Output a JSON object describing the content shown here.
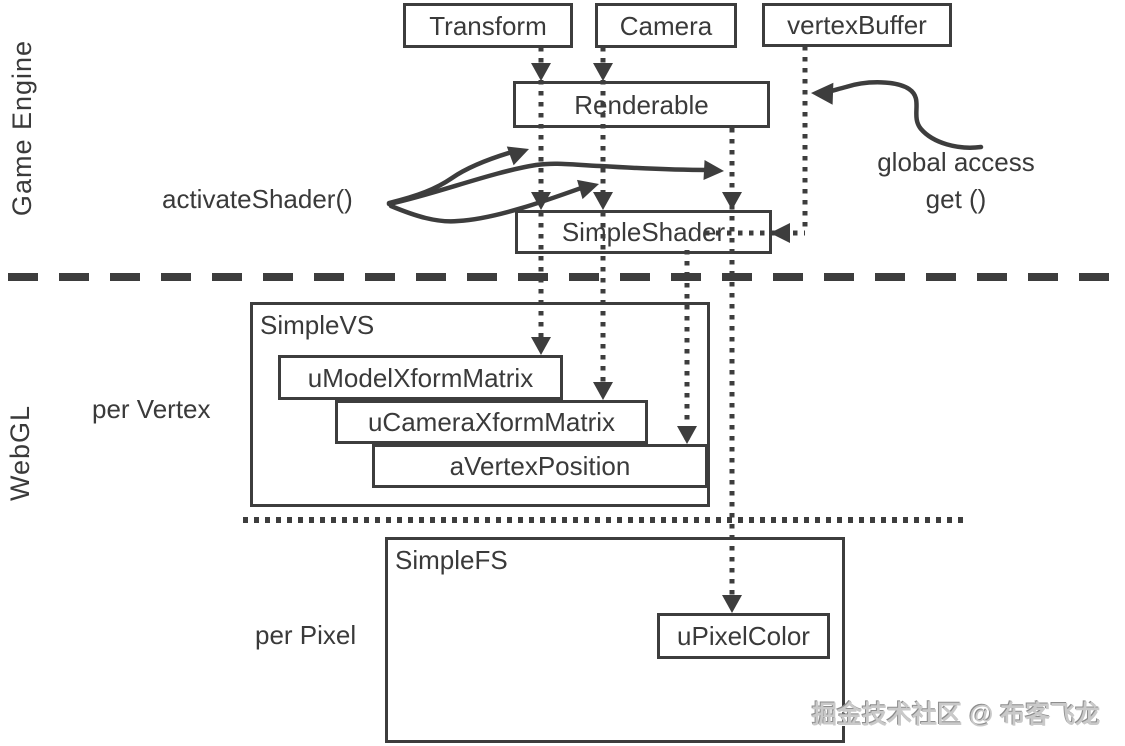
{
  "diagram": {
    "layer_labels": {
      "game_engine": "Game Engine",
      "webgl": "WebGL"
    },
    "boxes": {
      "transform": "Transform",
      "camera": "Camera",
      "vertex_buffer": "vertexBuffer",
      "renderable": "Renderable",
      "simple_shader": "SimpleShader",
      "simple_vs": "SimpleVS",
      "u_model_xform_matrix": "uModelXformMatrix",
      "u_camera_xform_matrix": "uCameraXformMatrix",
      "a_vertex_position": "aVertexPosition",
      "simple_fs": "SimpleFS",
      "u_pixel_color": "uPixelColor"
    },
    "annotations": {
      "activate_shader": "activateShader()",
      "global_access": "global access",
      "global_access_method": "get ()",
      "per_vertex": "per Vertex",
      "per_pixel": "per Pixel"
    },
    "colors": {
      "line": "#3d3d3d",
      "text": "#3a3a3a",
      "background": "#ffffff"
    },
    "watermark": "掘金技术社区 @ 布客飞龙"
  }
}
